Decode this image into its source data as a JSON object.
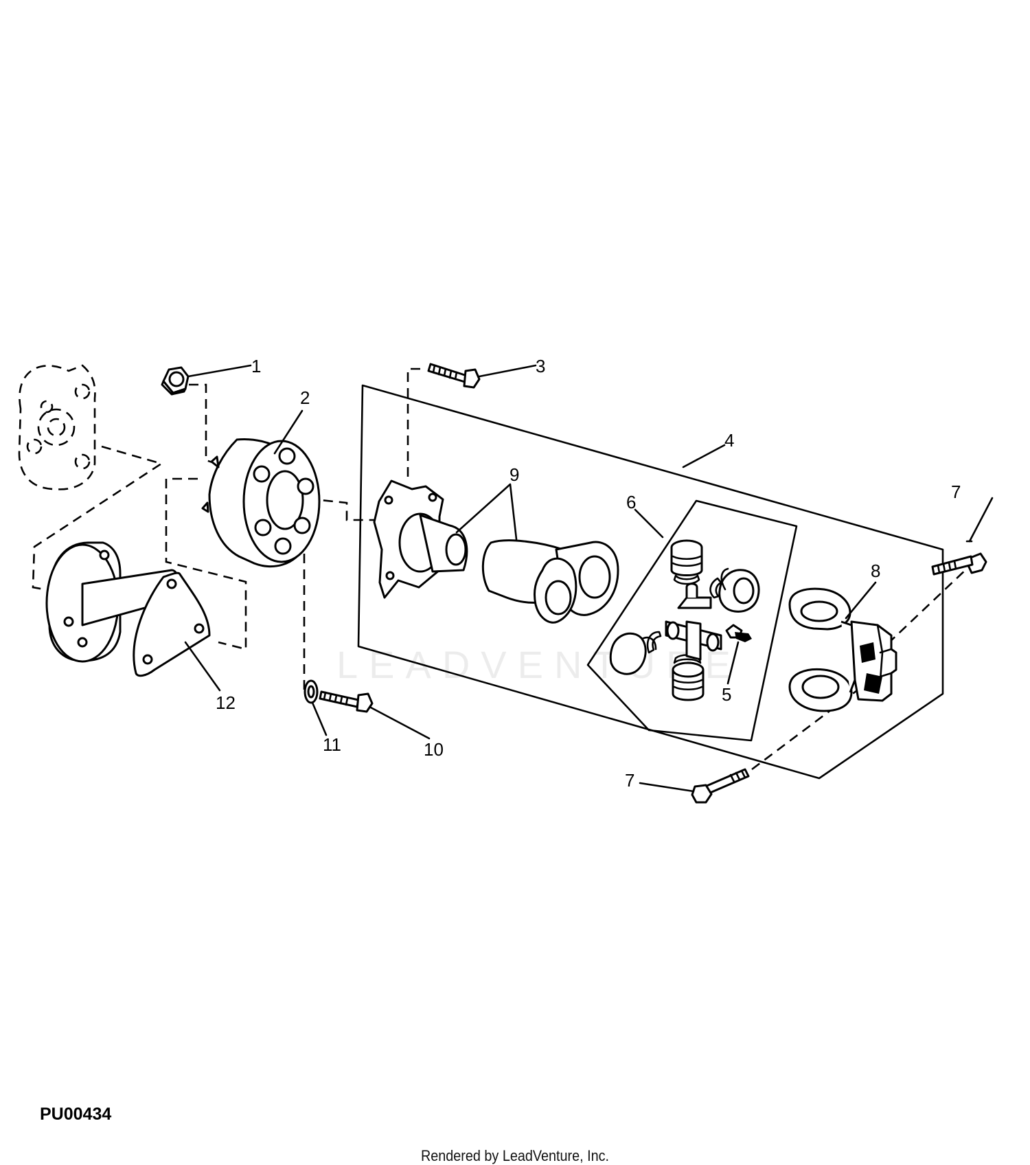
{
  "diagram": {
    "callouts": {
      "c1": "1",
      "c2": "2",
      "c3": "3",
      "c4": "4",
      "c5": "5",
      "c6": "6",
      "c7a": "7",
      "c7b": "7",
      "c8": "8",
      "c9": "9",
      "c10": "10",
      "c11": "11",
      "c12": "12"
    },
    "watermark": "LEADVENTURE"
  },
  "figure_id": "PU00434",
  "footer": "Rendered by LeadVenture, Inc."
}
